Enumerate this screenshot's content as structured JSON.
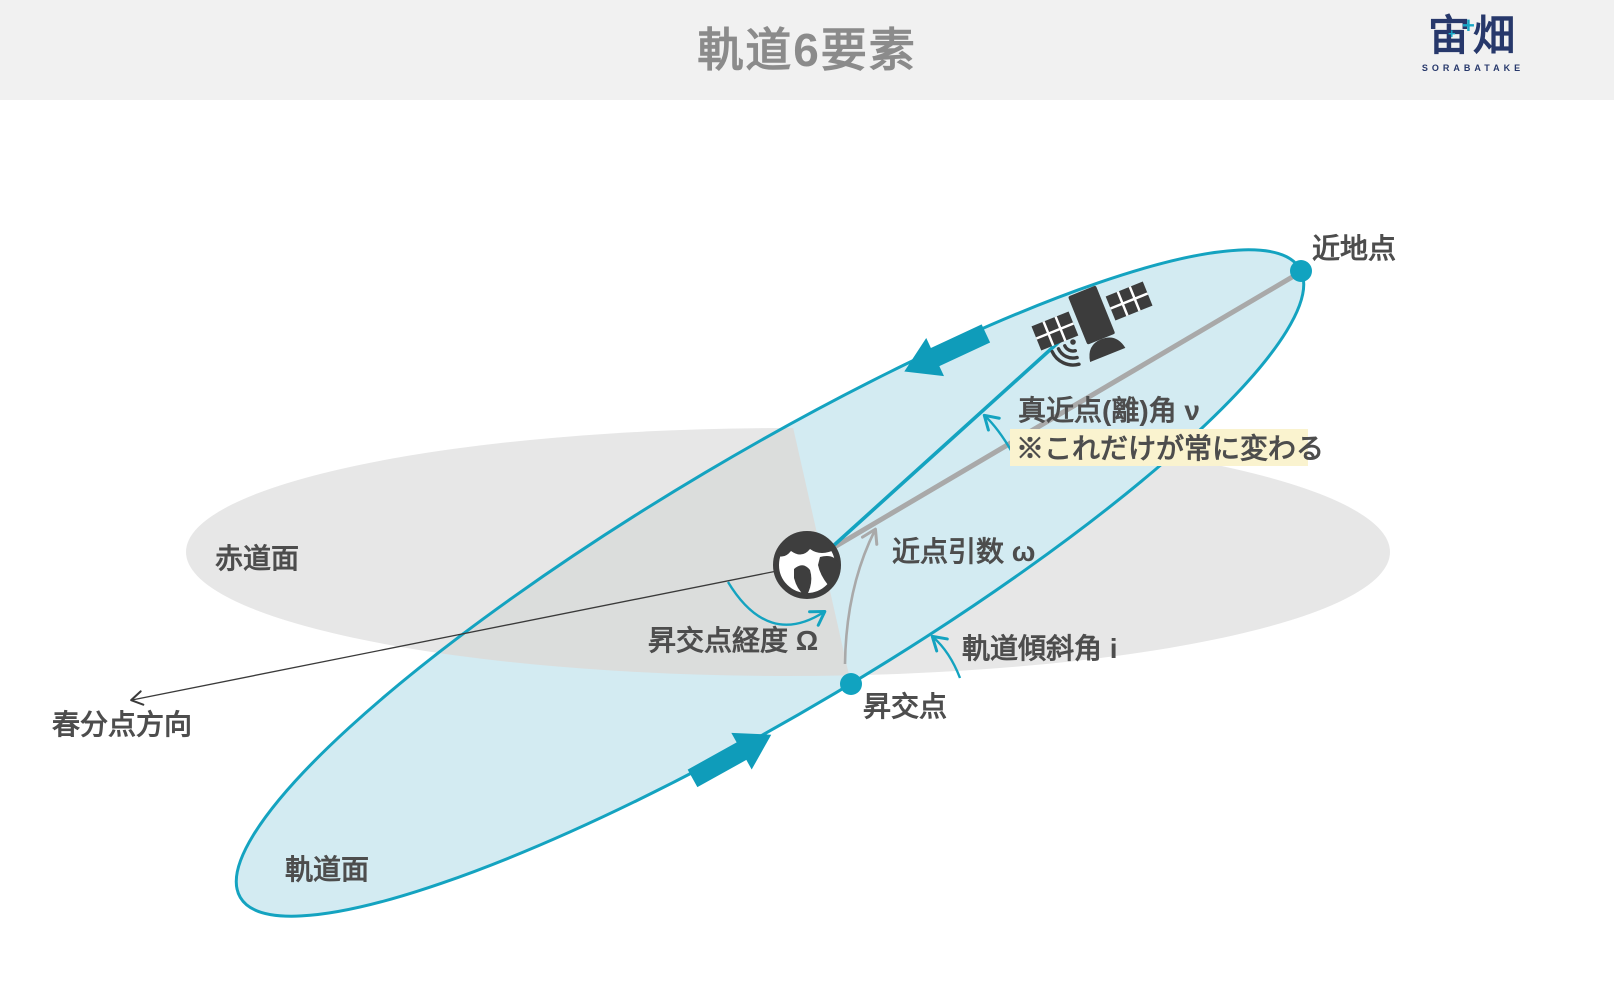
{
  "header": {
    "title": "軌道6要素",
    "logo_text": "宙畑",
    "logo_subtext": "SORABATAKE",
    "logo_sparkle": "+"
  },
  "diagram": {
    "labels": {
      "perigee": "近地点",
      "true_anomaly": "真近点(離)角 ν",
      "true_anomaly_note": "※これだけが常に変わる",
      "argument_of_perigee": "近点引数 ω",
      "raan": "昇交点経度 Ω",
      "inclination": "軌道傾斜角 i",
      "ascending_node": "昇交点",
      "vernal_equinox": "春分点方向",
      "equatorial_plane": "赤道面",
      "orbital_plane": "軌道面"
    },
    "colors": {
      "accent_teal": "#14a3c0",
      "big_arrow_teal": "#0f9cba",
      "orbit_fill": "#d3ebf2",
      "orbit_hidden_fill": "#dcdcda",
      "equator_fill": "#e7e7e7",
      "line_gray": "#a9a9a9",
      "label_gray": "#4d4d4d",
      "note_highlight": "#faf3cf",
      "header_bg": "#f1f1f1",
      "logo_navy": "#27386b",
      "icon_dark": "#3c3c3c"
    }
  }
}
